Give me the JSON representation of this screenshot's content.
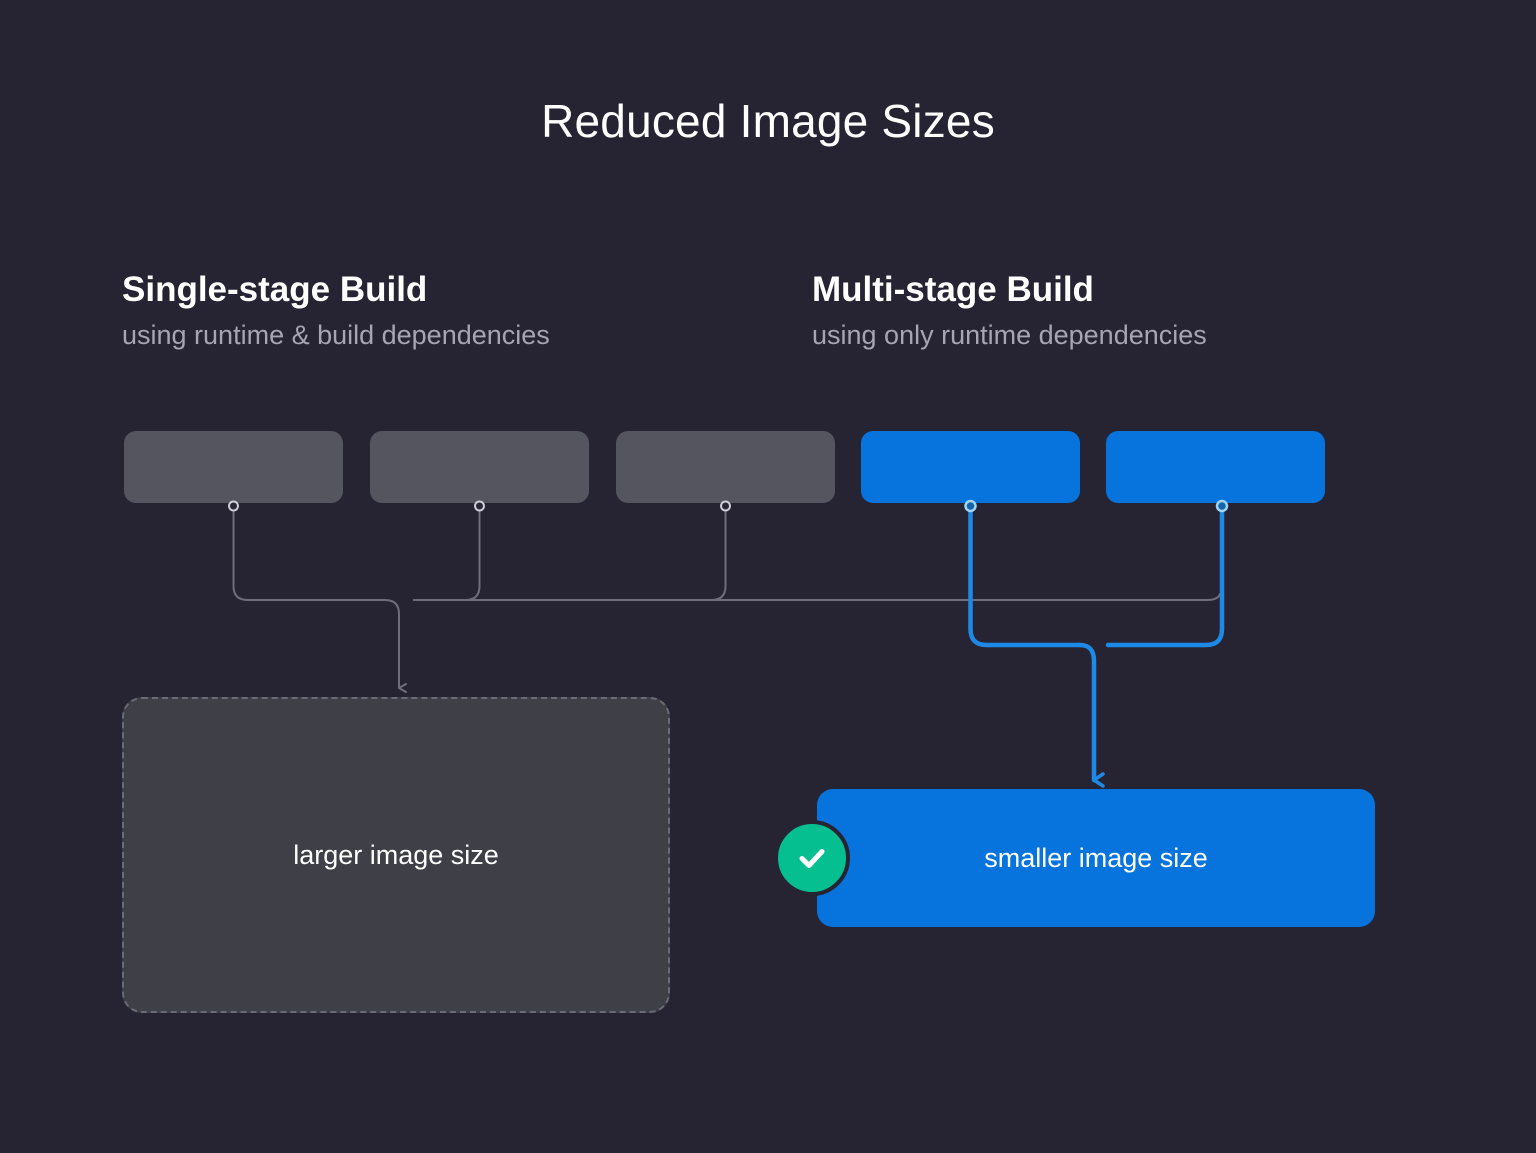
{
  "page": {
    "title": "Reduced Image Sizes",
    "background_color": "#262332"
  },
  "columns": [
    {
      "id": "single-stage",
      "title": "Single-stage Build",
      "subtitle": "using runtime & build dependencies",
      "accent_color": "#55555f",
      "stages": [
        {
          "label": ""
        },
        {
          "label": ""
        },
        {
          "label": ""
        }
      ],
      "result": {
        "label": "larger image size",
        "fill_color": "#3f3f47",
        "border_style": "dashed",
        "border_color": "#6b6b77"
      }
    },
    {
      "id": "multi-stage",
      "title": "Multi-stage Build",
      "subtitle": "using only runtime dependencies",
      "accent_color": "#0674dc",
      "stages": [
        {
          "label": ""
        },
        {
          "label": ""
        }
      ],
      "result": {
        "label": "smaller image size",
        "fill_color": "#0674dc",
        "badge_icon": "check-icon",
        "badge_color": "#06bf90"
      }
    }
  ],
  "connectors": {
    "gray_line_color": "#6f6d7c",
    "blue_line_color": "#1e8ae8",
    "gray_dot_color": "#cfcdd8",
    "blue_dot_color": "#7ec4f5"
  }
}
